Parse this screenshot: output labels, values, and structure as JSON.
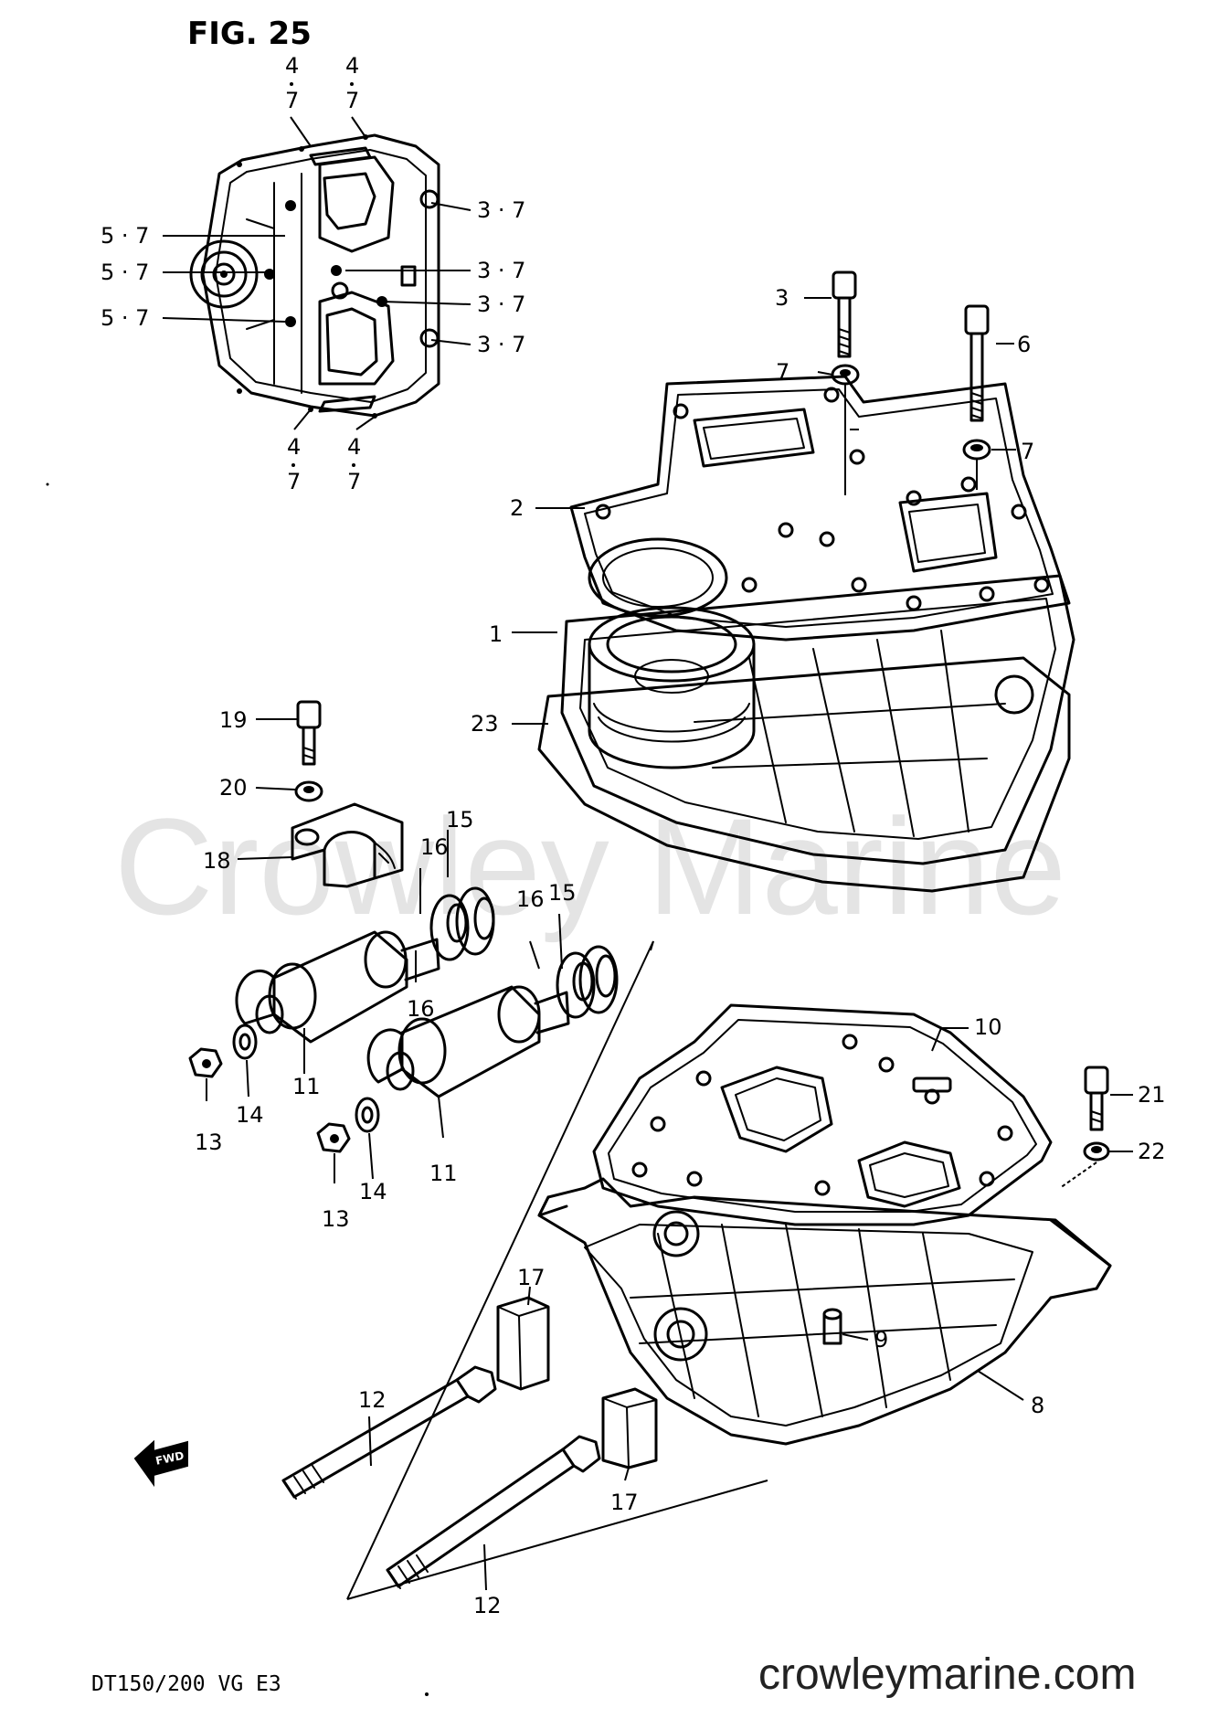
{
  "figure": {
    "title": "FIG. 25",
    "model": "DT150/200  VG  E3",
    "watermark": "Crowley Marine",
    "site": "crowleymarine.com",
    "fwd": "FWD"
  },
  "callouts": [
    {
      "id": "c1",
      "label": "1"
    },
    {
      "id": "c2",
      "label": "2"
    },
    {
      "id": "c3",
      "label": "3"
    },
    {
      "id": "c6",
      "label": "6"
    },
    {
      "id": "c7a",
      "label": "7"
    },
    {
      "id": "c7b",
      "label": "7"
    },
    {
      "id": "c8",
      "label": "8"
    },
    {
      "id": "c9",
      "label": "9"
    },
    {
      "id": "c10",
      "label": "10"
    },
    {
      "id": "c11a",
      "label": "11"
    },
    {
      "id": "c11b",
      "label": "11"
    },
    {
      "id": "c12a",
      "label": "12"
    },
    {
      "id": "c12b",
      "label": "12"
    },
    {
      "id": "c13a",
      "label": "13"
    },
    {
      "id": "c13b",
      "label": "13"
    },
    {
      "id": "c14a",
      "label": "14"
    },
    {
      "id": "c14b",
      "label": "14"
    },
    {
      "id": "c15a",
      "label": "15"
    },
    {
      "id": "c15b",
      "label": "15"
    },
    {
      "id": "c16a",
      "label": "16"
    },
    {
      "id": "c16b",
      "label": "16"
    },
    {
      "id": "c16c",
      "label": "16"
    },
    {
      "id": "c17a",
      "label": "17"
    },
    {
      "id": "c17b",
      "label": "17"
    },
    {
      "id": "c18",
      "label": "18"
    },
    {
      "id": "c19",
      "label": "19"
    },
    {
      "id": "c20",
      "label": "20"
    },
    {
      "id": "c21",
      "label": "21"
    },
    {
      "id": "c22",
      "label": "22"
    },
    {
      "id": "c23",
      "label": "23"
    },
    {
      "id": "c57a",
      "label": "5 · 7"
    },
    {
      "id": "c57b",
      "label": "5 · 7"
    },
    {
      "id": "c57c",
      "label": "5 · 7"
    },
    {
      "id": "c37a",
      "label": "3 · 7"
    },
    {
      "id": "c37b",
      "label": "3 · 7"
    },
    {
      "id": "c37c",
      "label": "3 · 7"
    },
    {
      "id": "c37d",
      "label": "3 · 7"
    }
  ],
  "stacked_callouts": [
    {
      "id": "s1",
      "top": "4",
      "bottom": "7"
    },
    {
      "id": "s2",
      "top": "4",
      "bottom": "7"
    },
    {
      "id": "s3",
      "top": "4",
      "bottom": "7"
    },
    {
      "id": "s4",
      "top": "4",
      "bottom": "7"
    }
  ]
}
